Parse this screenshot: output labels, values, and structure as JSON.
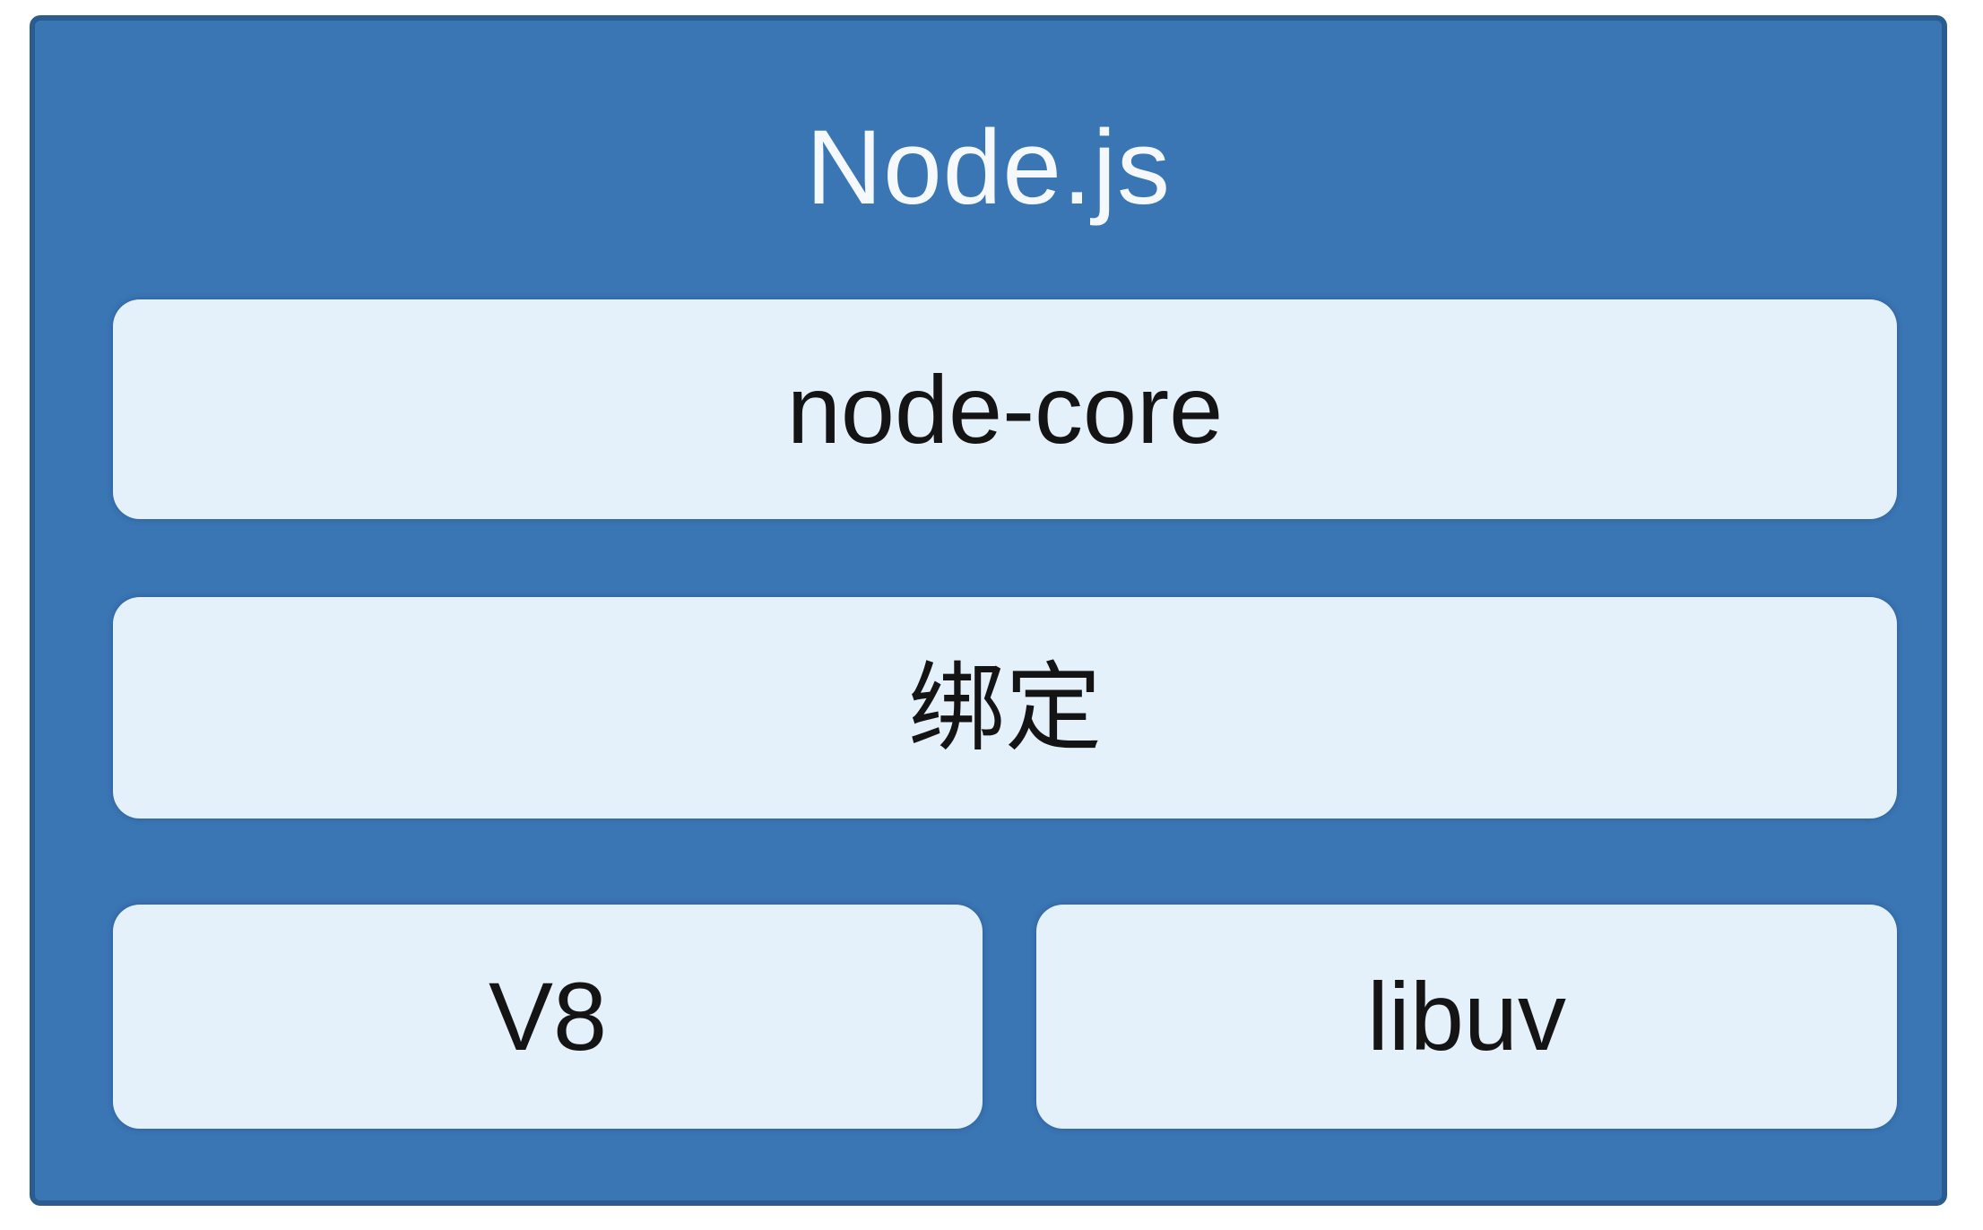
{
  "diagram": {
    "title": "Node.js",
    "layers": [
      {
        "id": "node-core",
        "label": "node-core"
      },
      {
        "id": "bindings",
        "label": "绑定"
      },
      {
        "id": "v8",
        "label": "V8"
      },
      {
        "id": "libuv",
        "label": "libuv"
      }
    ]
  },
  "colors": {
    "page-bg": "#ffffff",
    "frame-fill": "#3a75b4",
    "frame-border": "#2b5c90",
    "box-fill": "#e4f1fb",
    "label-text": "#141414",
    "title-text": "#f5f9fd"
  }
}
